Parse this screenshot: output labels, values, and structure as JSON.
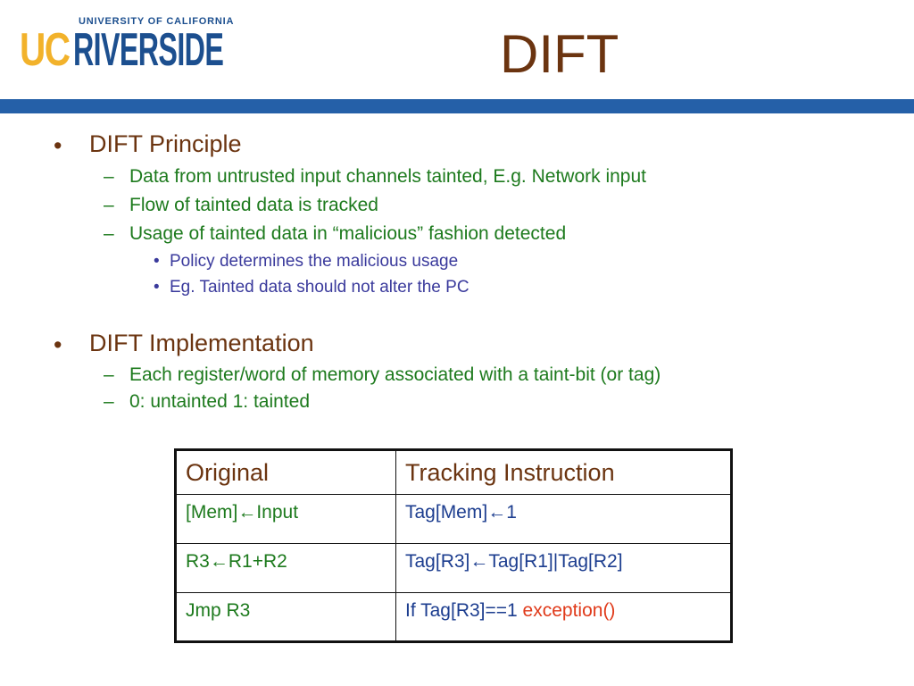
{
  "header": {
    "logo": {
      "university": "UNIVERSITY OF CALIFORNIA",
      "uc": "UC",
      "name": "RIVERSIDE"
    },
    "title": "DIFT"
  },
  "bullets": [
    {
      "text": "DIFT Principle",
      "sub": [
        {
          "text": "Data from untrusted input channels tainted, E.g. Network input"
        },
        {
          "text": "Flow of tainted data is tracked"
        },
        {
          "text": "Usage of tainted data in “malicious” fashion detected",
          "sub": [
            "Policy determines the malicious usage",
            "Eg. Tainted data should not alter the PC"
          ]
        }
      ]
    },
    {
      "text": "DIFT Implementation",
      "sub": [
        {
          "text": "Each register/word of memory associated with a taint-bit (or tag)"
        },
        {
          "text": "0: untainted 1: tainted"
        }
      ]
    }
  ],
  "table": {
    "headers": [
      "Original",
      "Tracking Instruction"
    ],
    "rows": [
      {
        "original": "[Mem]←Input",
        "tracking": "Tag[Mem]←1"
      },
      {
        "original": "R3←R1+R2",
        "tracking": "Tag[R3]←Tag[R1]|Tag[R2]"
      },
      {
        "original": "Jmp R3",
        "tracking": "If Tag[R3]==1 ",
        "tracking_highlight": "exception()"
      }
    ]
  },
  "colors": {
    "title": "#6b3410",
    "rule": "#2560a8",
    "level2": "#1d7a1d",
    "level3": "#3a3a9c",
    "highlight": "#e03a1a"
  }
}
